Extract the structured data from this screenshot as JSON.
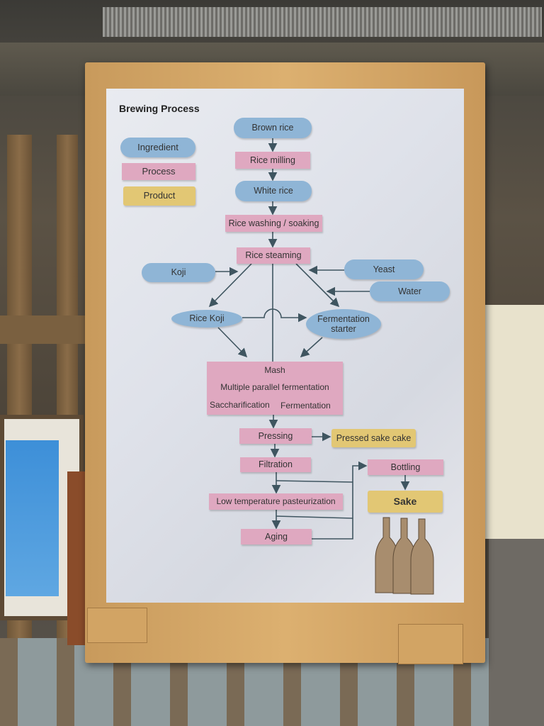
{
  "title": "Brewing Process",
  "legend": {
    "ingredient": "Ingredient",
    "process": "Process",
    "product": "Product"
  },
  "nodes": {
    "brown_rice": "Brown rice",
    "rice_milling": "Rice milling",
    "white_rice": "White rice",
    "rice_washing": "Rice washing / soaking",
    "rice_steaming": "Rice steaming",
    "koji": "Koji",
    "yeast": "Yeast",
    "water": "Water",
    "rice_koji": "Rice Koji",
    "fermentation_starter": "Fermentation starter",
    "mash": "Mash",
    "mash_sub": "Multiple parallel fermentation",
    "saccharification": "Saccharification",
    "fermentation": "Fermentation",
    "pressing": "Pressing",
    "pressed_sake_cake": "Pressed sake cake",
    "filtration": "Filtration",
    "bottling": "Bottling",
    "sake": "Sake",
    "pasteurization": "Low temperature pasteurization",
    "aging": "Aging"
  },
  "colors": {
    "ingredient": "#8fb5d6",
    "process": "#dfa8c0",
    "product": "#e2c774",
    "arrow": "#3f5560"
  }
}
